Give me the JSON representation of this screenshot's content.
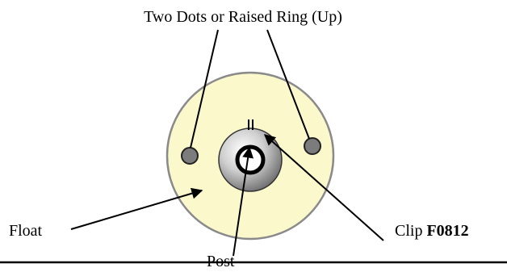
{
  "labels": {
    "top": "Two Dots or Raised Ring (Up)",
    "float": "Float",
    "clip_prefix": "Clip ",
    "clip_part": "F0812",
    "post": "Post"
  },
  "colors": {
    "float_fill": "#fbf8cc",
    "float_stroke": "#8a8a8a",
    "dot_fill": "#7c7c7c",
    "line": "#000000"
  }
}
